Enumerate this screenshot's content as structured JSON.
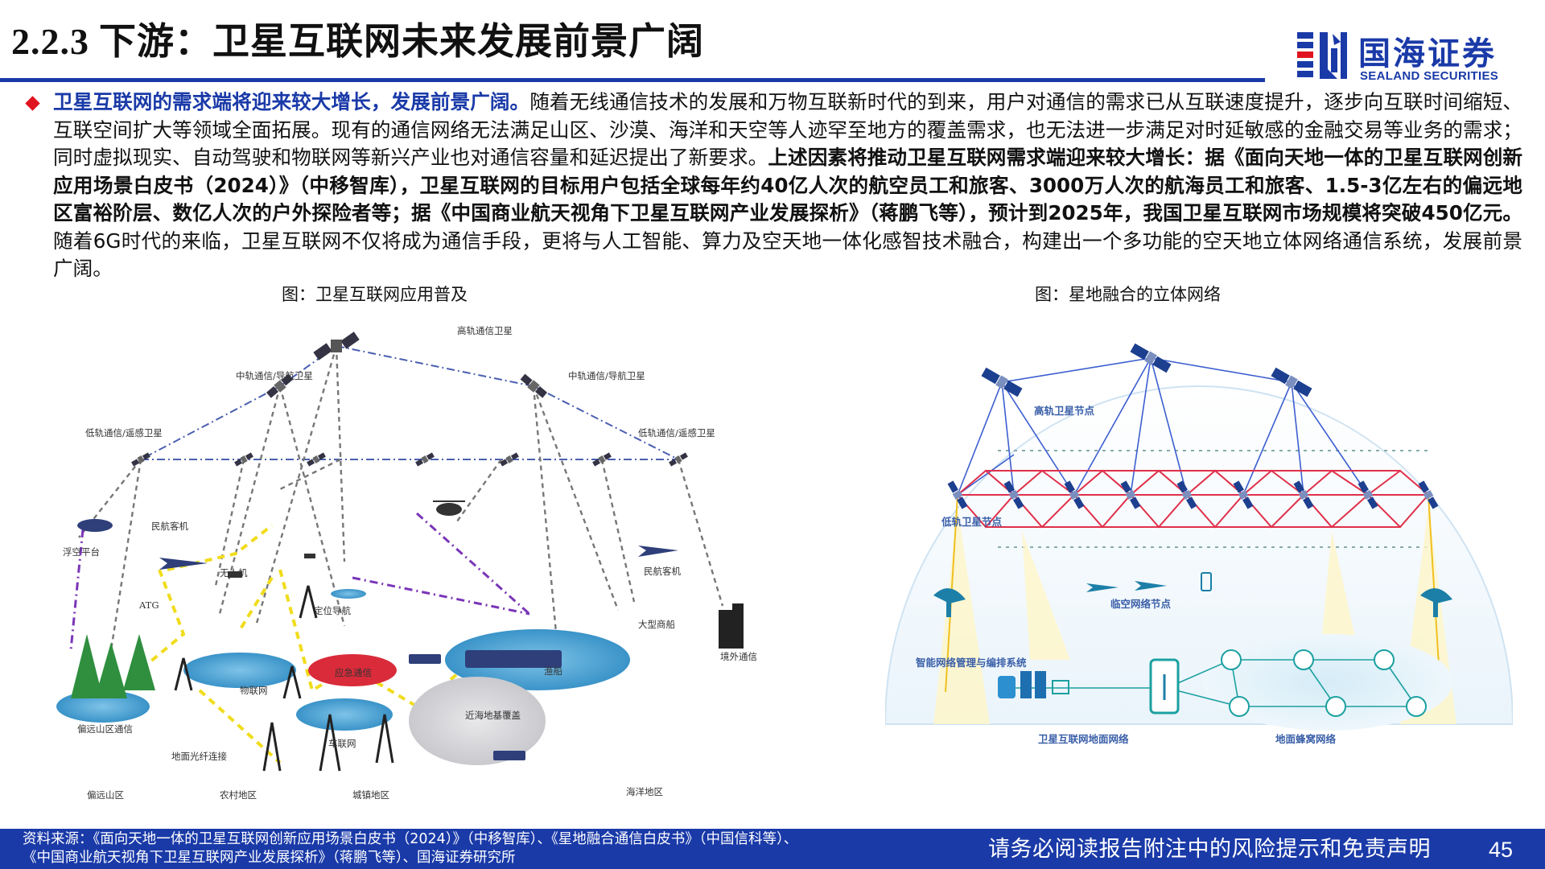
{
  "header": {
    "section_number": "2.2.3",
    "title": "下游：卫星互联网未来发展前景广阔",
    "logo_cn": "国海证券",
    "logo_en": "SEALAND SECURITIES",
    "brand_color": "#1a3aa8",
    "accent_color": "#e0141e"
  },
  "body": {
    "lead_bold": "卫星互联网的需求端将迎来较大增长，发展前景广阔。",
    "text_1": "随着无线通信技术的发展和万物互联新时代的到来，用户对通信的需求已从互联速度提升，逐步向互联时间缩短、互联空间扩大等领域全面拓展。现有的通信网络无法满足山区、沙漠、海洋和天空等人迹罕至地方的覆盖需求，也无法进一步满足对时延敏感的金融交易等业务的需求；同时虚拟现实、自动驾驶和物联网等新兴产业也对通信容量和延迟提出了新要求。",
    "text_bold": "上述因素将推动卫星互联网需求端迎来较大增长：据《面向天地一体的卫星互联网创新应用场景白皮书（2024）》（中移智库），卫星互联网的目标用户包括全球每年约40亿人次的航空员工和旅客、3000万人次的航海员工和旅客、1.5-3亿左右的偏远地区富裕阶层、数亿人次的户外探险者等；据《中国商业航天视角下卫星互联网产业发展探析》（蒋鹏飞等），预计到2025年，我国卫星互联网市场规模将突破450亿元。",
    "text_2": "随着6G时代的来临，卫星互联网不仅将成为通信手段，更将与人工智能、算力及空天地一体化感智技术融合，构建出一个多功能的空天地立体网络通信系统，发展前景广阔。"
  },
  "figure_left": {
    "caption": "图：卫星互联网应用普及",
    "labels": {
      "geo": "高轨通信卫星",
      "meo_left": "中轨通信/导航卫星",
      "meo_right": "中轨通信/导航卫星",
      "leo_left": "低轨通信/遥感卫星",
      "leo_right": "低轨通信/遥感卫星",
      "float_platform": "浮空平台",
      "civil_aircraft_left": "民航客机",
      "civil_aircraft_right": "民航客机",
      "drone": "无人机",
      "atg": "ATG",
      "positioning": "定位导航",
      "large_ship": "大型商船",
      "overseas": "境外通信",
      "iot": "物联网",
      "emergency": "应急通信",
      "fishing": "渔船",
      "remote_mountain_comm": "偏远山区通信",
      "offshore": "近海地基覆盖",
      "vehicle": "车联网",
      "fiber": "地面光纤连接",
      "zone_mountain": "偏远山区",
      "zone_rural": "农村地区",
      "zone_urban": "城镇地区",
      "zone_ocean": "海洋地区"
    }
  },
  "figure_right": {
    "caption": "图：星地融合的立体网络",
    "labels": {
      "high_orbit": "高轨卫星节点",
      "low_orbit": "低轨卫星节点",
      "near_space": "临空网络节点",
      "management": "智能网络管理与编排系统",
      "ground_network": "卫星互联网地面网络",
      "cellular": "地面蜂窝网络"
    }
  },
  "footer": {
    "source_line1": "资料来源：《面向天地一体的卫星互联网创新应用场景白皮书（2024）》（中移智库）、《星地融合通信白皮书》（中国信科等）、",
    "source_line2": "《中国商业航天视角下卫星互联网产业发展探析》（蒋鹏飞等）、国海证券研究所",
    "notice": "请务必阅读报告附注中的风险提示和免责声明",
    "page_number": "45"
  }
}
